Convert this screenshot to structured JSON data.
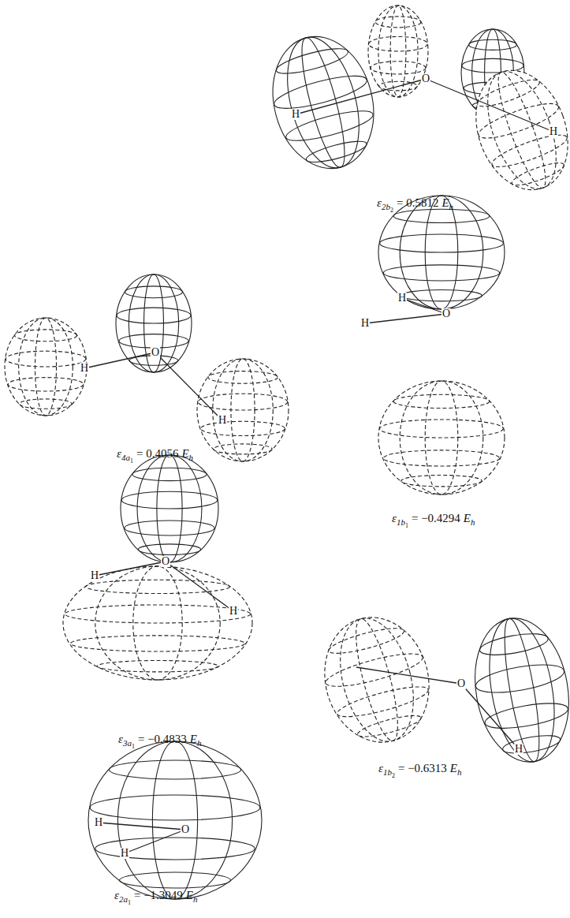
{
  "diagram": {
    "labels": [
      "H",
      "O",
      "H",
      "ε",
      "2b",
      "2",
      "= 0.5812",
      "E",
      "h",
      "H",
      "O",
      "H",
      "ε",
      "4a",
      "1",
      "= 0.4056",
      "E",
      "h",
      "H",
      "O",
      "H",
      "ε",
      "1b",
      "1",
      "= −0.4294",
      "E",
      "h",
      "H",
      "O",
      "H",
      "ε",
      "3a",
      "1",
      "= −0.4833",
      "E",
      "h",
      "O",
      "H",
      "ε",
      "1b",
      "2",
      "= −0.6313",
      "E",
      "h",
      "H",
      "O",
      "H",
      "ε",
      "2a",
      "1",
      "= −1.3049",
      "E",
      "h"
    ]
  }
}
